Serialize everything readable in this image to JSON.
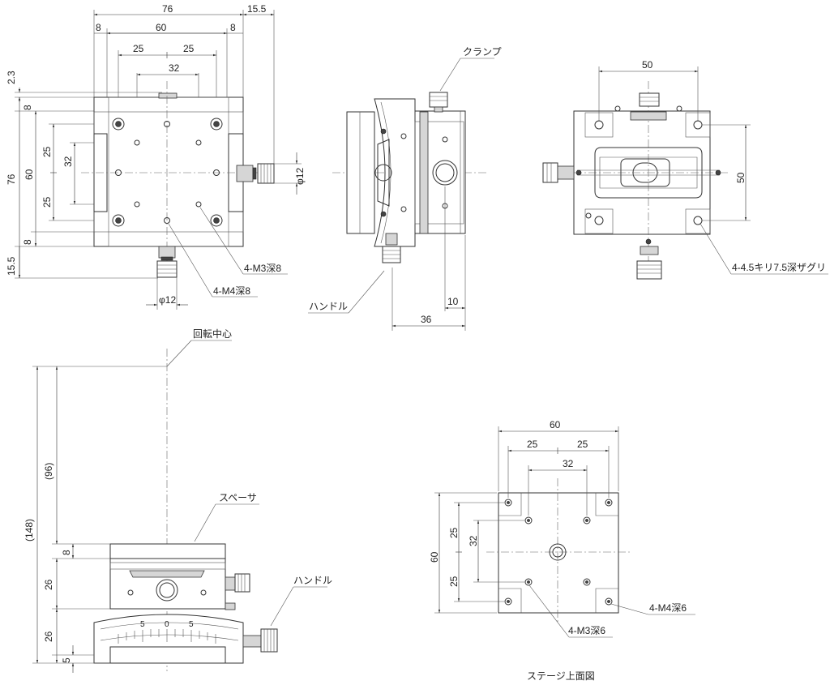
{
  "top_view": {
    "dims": {
      "width_76": "76",
      "side_15_5": "15.5",
      "left_8": "8",
      "pitch_60": "60",
      "right_8": "8",
      "half_25_left": "25",
      "half_25_right": "25",
      "pitch_32": "32",
      "gap_2_3": "2.3",
      "v_8_top": "8",
      "v_76": "76",
      "v_60": "60",
      "v_25_top": "25",
      "v_32": "32",
      "v_25_bottom": "25",
      "v_8_bottom": "8",
      "v_15_5": "15.5",
      "knob_dia_right": "φ12",
      "knob_dia_bottom": "φ12"
    },
    "callouts": {
      "m3": "4-M3深8",
      "m4": "4-M4深8"
    }
  },
  "side_view": {
    "callouts": {
      "clamp": "クランプ",
      "handle": "ハンドル"
    },
    "dims": {
      "d10": "10",
      "d36": "36"
    }
  },
  "bottom_view": {
    "dims": {
      "d50_top": "50",
      "d50_side": "50"
    },
    "callouts": {
      "counterbore": "4-4.5キリ7.5深ザグリ"
    }
  },
  "front_view": {
    "callouts": {
      "center": "回転中心",
      "spacer": "スペーサ",
      "handle": "ハンドル"
    },
    "dims": {
      "d148": "(148)",
      "d96": "(96)",
      "d8": "8",
      "d26_top": "26",
      "d26_bottom": "26",
      "d5": "5"
    },
    "scale": {
      "left5": "5",
      "zero": "0",
      "right5": "5"
    }
  },
  "stage_top": {
    "dims": {
      "d60_top": "60",
      "d25_left": "25",
      "d25_right": "25",
      "d32_top": "32",
      "d60_left": "60",
      "d25_top": "25",
      "d32_left": "32",
      "d25_bottom": "25"
    },
    "callouts": {
      "m4": "4-M4深6",
      "m3": "4-M3深6"
    },
    "caption": "ステージ上面図"
  }
}
